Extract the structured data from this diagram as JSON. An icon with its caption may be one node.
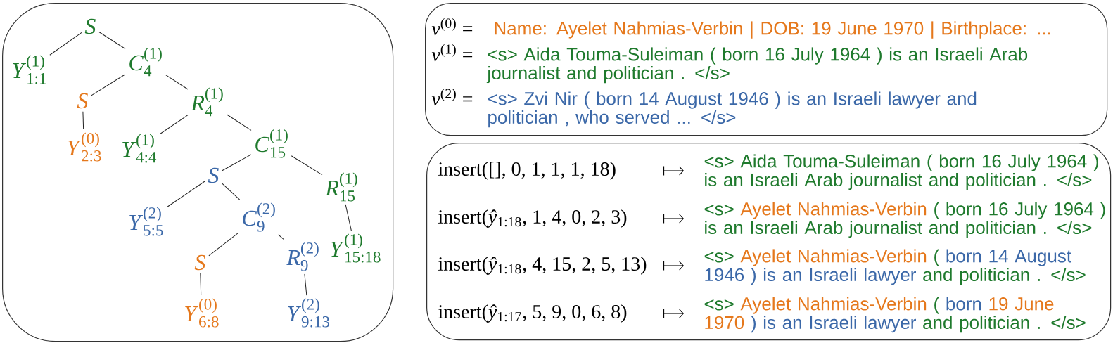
{
  "diagram": {
    "nodes": [
      {
        "text": [],
        "shape": "box"
      },
      {
        "text": [
          "S"
        ],
        "in": 0
      },
      {
        "text": [
          "*Y*$^{(1)}$$_{1:1}$"
        ],
        "in": 0
      },
      {
        "text": [
          "*C*$^{(1)}$$_{4}$"
        ],
        "in": 0
      },
      {
        "text": [
          "S"
        ],
        "in": 0
      },
      {
        "text": [
          "*R*$^{(1)}$$_{4}$"
        ],
        "in": 0
      },
      {
        "text": [
          "*Y*$^{(0)}$$_{2:3}$"
        ],
        "in": 0
      },
      {
        "text": [
          "*Y*$^{(1)}$$_{4:4}$"
        ],
        "in": 0
      },
      {
        "text": [
          "*C*$^{(1)}$$_{15}$"
        ],
        "in": 0
      },
      {
        "text": [
          "S"
        ],
        "in": 0
      },
      {
        "text": [
          "*R*$^{(1)}$$_{15}$"
        ],
        "in": 0
      },
      {
        "text": [
          "*Y*$^{(2)}$$_{5:5}$"
        ],
        "in": 0
      },
      {
        "text": [
          "*C*$^{(2)}$$_{9}$"
        ],
        "in": 0
      },
      {
        "text": [
          "*Y*$^{(1)}$$_{15:18}$"
        ],
        "in": 0
      },
      {
        "text": [
          "S"
        ],
        "in": 0
      },
      {
        "text": [
          "*R*$^{(2)}$$_{9}$"
        ],
        "in": 0
      },
      {
        "text": [
          "*Y*$^{(0)}$$_{6:8}$"
        ],
        "in": 0
      },
      {
        "text": [
          "*Y*$^{(2)}$$_{9:13}$"
        ],
        "in": 0
      },
      {
        "text": [
          "*ν*$^{(0)}$ =",
          "Name: Ayelet Nahmias-Verbin | DOB: 19 June 1970 | Birthplace: ...",
          "*ν*$^{(1)}$ =",
          "<s> Aida Touma-Suleiman ( born 16 July 1964 ) is an Israeli Arab journalist and politician . </s>",
          "*ν*$^{(2)}$ =",
          "<s> Zvi Nir ( born 14 August 1946 ) is an Israeli lawyer and politician , who served ... </s>"
        ]
      },
      {
        "text": [
          "insert([], 0, 1, 1, 1, 18)",
          "<s> Aida Touma-Suleiman ( born 16 July 1964 ) is an Israeli Arab journalist and politician . </s>",
          "insert(*ŷ*$_{1:18}$, 1, 4, 0, 2, 3)",
          "<s> Ayelet Nahmias-Verbin ( born 16 July 1964 ) is an Israeli Arab journalist and politician . </s>",
          "insert(*ŷ*$_{1:18}$, 4, 15, 2, 5, 13)",
          "<s> Ayelet Nahmias-Verbin ( born 14 August 1946 ) is an Israeli lawyer and politician . </s>",
          "insert(*ŷ*$_{1:17}$, 5, 9, 0, 6, 8)",
          "<s> Ayelet Nahmias-Verbin ( born 19 June 1970 ) is an Israeli lawyer and politician . </s>"
        ]
      }
    ],
    "edges": [
      {
        "from": 1,
        "to": 2,
        "arrow": "none"
      },
      {
        "from": 1,
        "to": 3,
        "arrow": "none"
      },
      {
        "from": 3,
        "to": 4,
        "arrow": "none"
      },
      {
        "from": 3,
        "to": 5,
        "arrow": "none"
      },
      {
        "from": 4,
        "to": 6,
        "arrow": "none"
      },
      {
        "from": 5,
        "to": 7,
        "arrow": "none"
      },
      {
        "from": 5,
        "to": 8,
        "arrow": "none"
      },
      {
        "from": 8,
        "to": 9,
        "arrow": "none"
      },
      {
        "from": 8,
        "to": 10,
        "arrow": "none"
      },
      {
        "from": 9,
        "to": 11,
        "arrow": "none"
      },
      {
        "from": 9,
        "to": 12,
        "arrow": "none"
      },
      {
        "from": 10,
        "to": 13,
        "arrow": "none"
      },
      {
        "from": 12,
        "to": 14,
        "arrow": "none"
      },
      {
        "from": 12,
        "to": 15,
        "arrow": "none"
      },
      {
        "from": 14,
        "to": 16,
        "arrow": "none"
      },
      {
        "from": 15,
        "to": 17,
        "arrow": "none"
      }
    ]
  }
}
